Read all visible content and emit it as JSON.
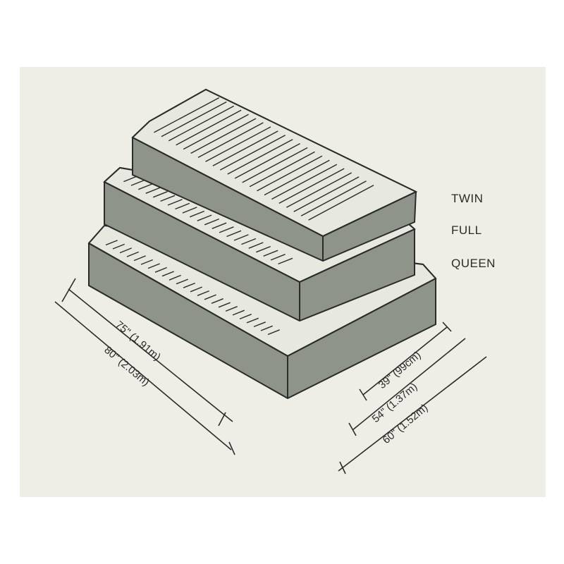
{
  "sizes": {
    "twin": "TWIN",
    "full": "FULL",
    "queen": "QUEEN"
  },
  "dimensions": {
    "length_twin": "75\" (1.91m)",
    "length_queen": "80\" (2.03m)",
    "width_twin": "39\" (99cm)",
    "width_full": "54\" (1.37m)",
    "width_queen": "60\" (1.52m)"
  },
  "colors": {
    "background": "#efeee6",
    "mattress_side": "#8e9489",
    "mattress_top": "#e7e8df",
    "outline": "#2b2b2b"
  }
}
